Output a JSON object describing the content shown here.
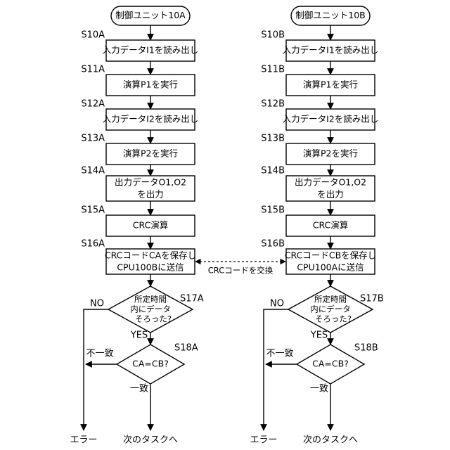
{
  "columns": [
    {
      "id": "A",
      "start": "制御ユニット10A",
      "steps": [
        {
          "id": "S10A",
          "text": [
            "入力データI1を読み出し"
          ]
        },
        {
          "id": "S11A",
          "text": [
            "演算P1を実行"
          ]
        },
        {
          "id": "S12A",
          "text": [
            "入力データI2を読み出し"
          ]
        },
        {
          "id": "S13A",
          "text": [
            "演算P2を実行"
          ]
        },
        {
          "id": "S14A",
          "text": [
            "出力データO1,O2",
            "を出力"
          ]
        },
        {
          "id": "S15A",
          "text": [
            "CRC演算"
          ]
        },
        {
          "id": "S16A",
          "text": [
            "CRCコードCAを保存し",
            "CPU100Bに送信"
          ]
        }
      ],
      "decision1": {
        "id": "S17A",
        "text": [
          "所定時間",
          "内にデータ",
          "そろった?"
        ],
        "no": "NO",
        "yes": "YES"
      },
      "decision2": {
        "id": "S18A",
        "text": [
          "CA=CB?"
        ],
        "no": "不一致",
        "yes": "一致"
      },
      "end_error": "エラー",
      "end_next": "次のタスクへ"
    },
    {
      "id": "B",
      "start": "制御ユニット10B",
      "steps": [
        {
          "id": "S10B",
          "text": [
            "入力データI1を読み出し"
          ]
        },
        {
          "id": "S11B",
          "text": [
            "演算P1を実行"
          ]
        },
        {
          "id": "S12B",
          "text": [
            "入力データI2を読み出し"
          ]
        },
        {
          "id": "S13B",
          "text": [
            "演算P2を実行"
          ]
        },
        {
          "id": "S14B",
          "text": [
            "出力データO1,O2",
            "を出力"
          ]
        },
        {
          "id": "S15B",
          "text": [
            "CRC演算"
          ]
        },
        {
          "id": "S16B",
          "text": [
            "CRCコードCBを保存し",
            "CPU100Aに送信"
          ]
        }
      ],
      "decision1": {
        "id": "S17B",
        "text": [
          "所定時間",
          "内にデータ",
          "そろった?"
        ],
        "no": "NO",
        "yes": "YES"
      },
      "decision2": {
        "id": "S18B",
        "text": [
          "CA=CB?"
        ],
        "no": "不一致",
        "yes": "一致"
      },
      "end_error": "エラー",
      "end_next": "次のタスクへ"
    }
  ],
  "exchange_label": "CRCコードを交換"
}
